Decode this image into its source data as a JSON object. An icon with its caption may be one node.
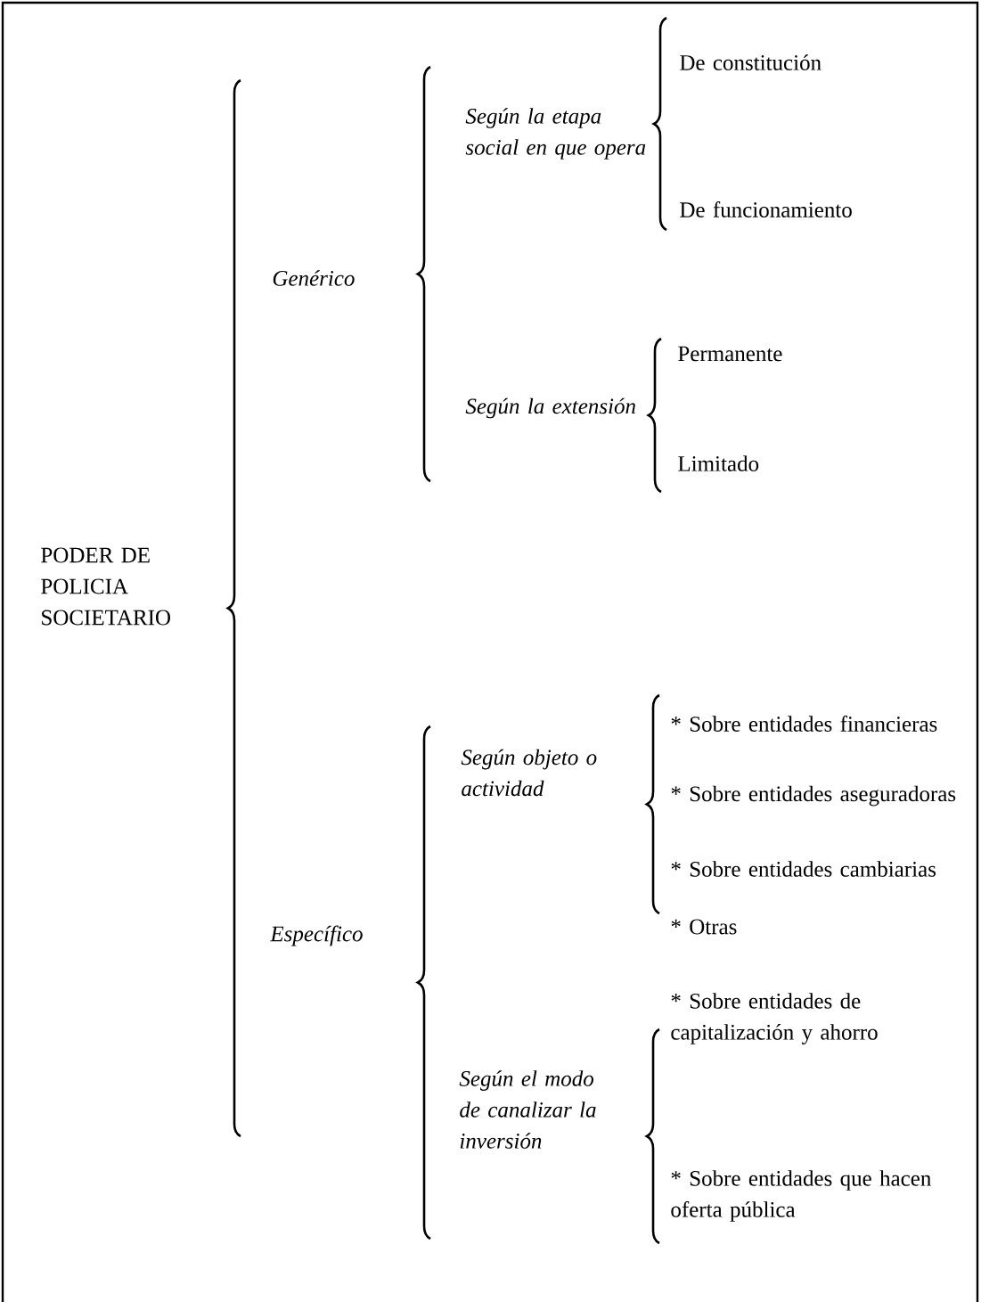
{
  "diagram": {
    "labels": [
      "PODER DE POLICIA SOCIETARIO",
      "Genérico",
      "Según la etapa social en que opera",
      "De constitución",
      "De funcionamiento",
      "Según la extensión",
      "Permanente",
      "Limitado",
      "Específico",
      "Según objeto o actividad",
      "* Sobre entidades financieras",
      "* Sobre entidades aseguradoras",
      "* Sobre entidades cambiarias",
      "* Otras",
      "Según el modo de canalizar la inversión",
      "* Sobre entidades de capitalización y ahorro",
      "* Sobre entidades que hacen oferta pública"
    ]
  }
}
